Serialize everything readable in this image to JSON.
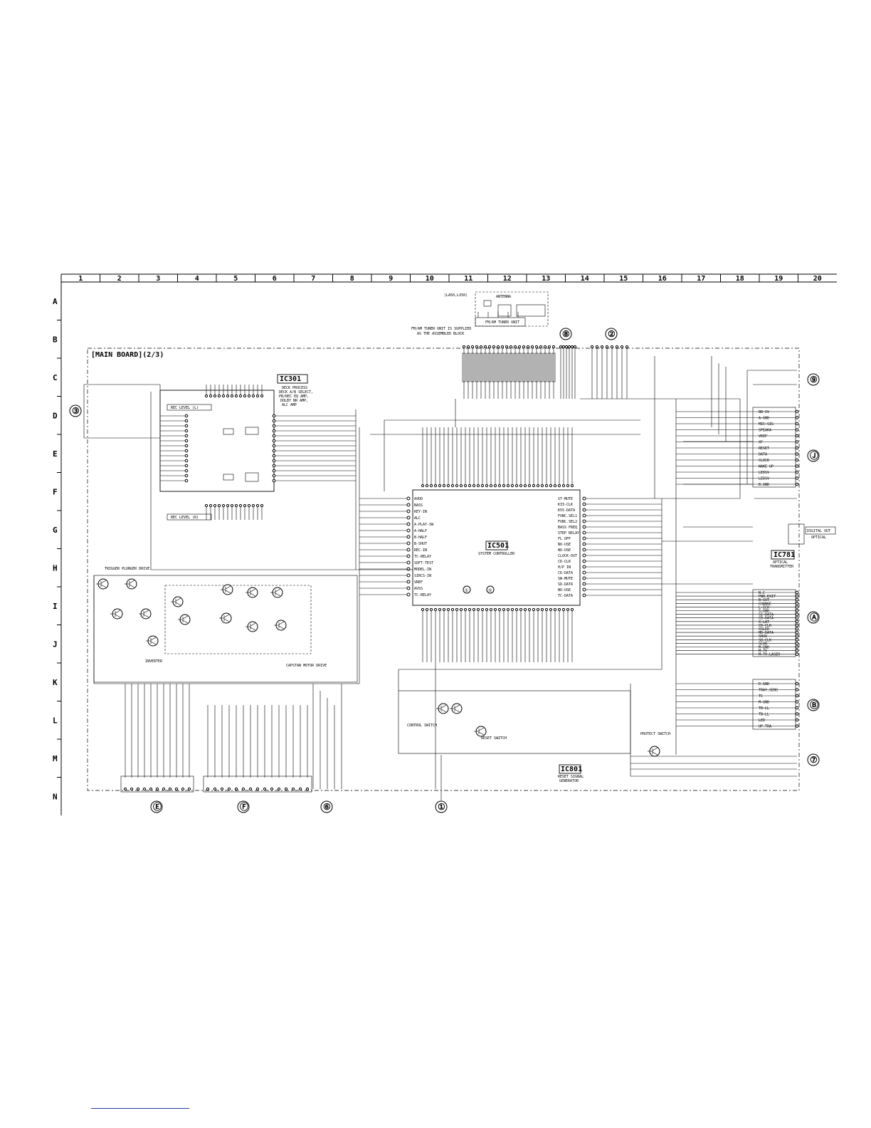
{
  "grid": {
    "columns": [
      "1",
      "2",
      "3",
      "4",
      "5",
      "6",
      "7",
      "8",
      "9",
      "10",
      "11",
      "12",
      "13",
      "14",
      "15",
      "16",
      "17",
      "18",
      "19",
      "20"
    ],
    "rows": [
      "A",
      "B",
      "C",
      "D",
      "E",
      "F",
      "G",
      "H",
      "I",
      "J",
      "K",
      "L",
      "M",
      "N"
    ]
  },
  "board_title": "[MAIN BOARD](2/3)",
  "ics": {
    "ic301": {
      "name": "IC301",
      "desc1": "DECK PROCESS",
      "desc2": "DECK A/B SELECT,",
      "desc3": "PB/REC EQ AMP,",
      "desc4": "DOLBY NR AMP,",
      "desc5": "ALC AMP"
    },
    "ic501": {
      "name": "IC501",
      "desc1": "SYSTEM CONTROLLER"
    },
    "ic781": {
      "name": "IC781",
      "desc1": "OPTICAL",
      "desc2": "TRANSMITTER"
    },
    "ic801": {
      "name": "IC801",
      "desc1": "RESET SIGNAL",
      "desc2": "GENERATOR"
    }
  },
  "connectors": {
    "c1": "①",
    "c2": "②",
    "c3": "③",
    "c6": "⑥",
    "c7": "⑦",
    "c8": "⑧",
    "c9": "⑨",
    "cA": "Ⓐ",
    "cB": "Ⓑ",
    "cE": "Ⓔ",
    "cF": "Ⓕ",
    "cJ": "Ⓙ"
  },
  "notes": {
    "tuner_unit": "FM/AM TUNER UNIT",
    "tuner_note1": "FM/AM TUNER UNIT IS SUPPLIED",
    "tuner_note2": "AS THE ASSEMBLED BLOCK",
    "digital_out": "DIGITAL OUT",
    "optical": "OPTICAL",
    "rec_level_a": "REC LEVEL (L)",
    "rec_level_b": "REC LEVEL (R)",
    "plunger": "TRIGGER PLUNGER DRIVE",
    "inverter": "INVERTER",
    "capstan": "CAPSTAN MOTOR DRIVE",
    "reset_switch": "RESET SWITCH",
    "protect_switch": "PROTECT SWITCH",
    "control_switch": "CONTROL SWITCH",
    "antenna": "ANTENNA",
    "tuner_variant": "(LA50,LX50)"
  },
  "j_pins": [
    "BB-5V",
    "A-GND",
    "MIC-SIG",
    "SPEAKA",
    "VEEP",
    "XF",
    "RESET",
    "DATA",
    "CLOCK",
    "WAKE UP",
    "LEDSV",
    "LEDSV",
    "B.GND"
  ],
  "a_pins": [
    "N.C",
    "PWR.EXIT",
    "B-SUT",
    "CHANGE",
    "L-ICH",
    "S-GND",
    "SI-DATA",
    "CD-DATA",
    "X-LAT",
    "CD-CLK",
    "XSLED",
    "MD-DATA",
    "SHUO",
    "SD-CLK",
    "SCOR",
    "M-GND",
    "M-7V",
    "M-7V.LASER"
  ],
  "b_pins": [
    "D.GND",
    "TRAY.SENS",
    "TC",
    "M-GND",
    "TB-LL",
    "TB-LL",
    "LED",
    "UP.TRA"
  ],
  "ic501_left_pins": [
    "AVDD",
    "BASS",
    "KEY-IN",
    "ALC",
    "A-PLAY-SW",
    "A-HALF",
    "B-HALF",
    "B-SHUT",
    "REC-IN",
    "TC-RELAY",
    "SOFT-TEST",
    "MODEL-IN",
    "SIRCS-IN",
    "VREF",
    "AVSS",
    "TC-RELAY"
  ],
  "ic501_right_pins": [
    "ST-MUTE",
    "K33-CLK",
    "K55-DATA",
    "FUNC.SEL1",
    "FUNC.SEL2",
    "BASS FREQ",
    "STEP RELAY",
    "FL OFF",
    "NO-USE",
    "NO-USE",
    "CLOCK-OUT",
    "CD-CLK",
    "H/P IN",
    "CD-DATA",
    "SW-MUTE",
    "SD-DATA",
    "NO-USE",
    "TC-DATA"
  ]
}
